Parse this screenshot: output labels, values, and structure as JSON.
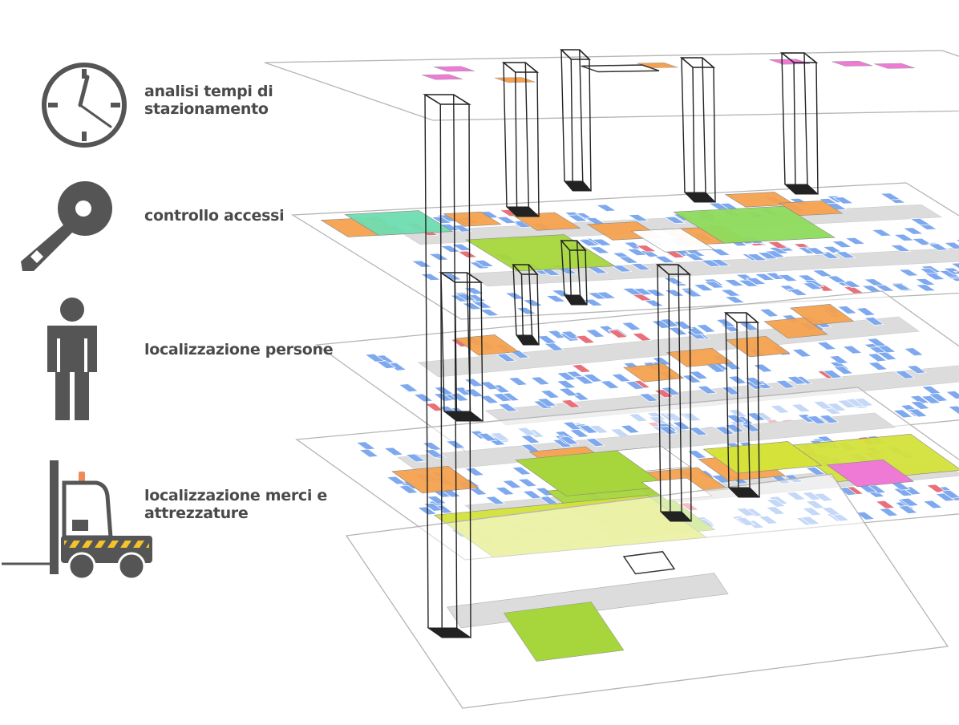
{
  "legend": {
    "items": [
      {
        "icon": "clock-icon",
        "label": "analisi tempi di\nstazionamento"
      },
      {
        "icon": "key-icon",
        "label": "controllo accessi"
      },
      {
        "icon": "person-icon",
        "label": "localizzazione persone"
      },
      {
        "icon": "forklift-icon",
        "label": "localizzazione merci e\nattrezzature"
      }
    ]
  },
  "colors": {
    "icon_gray": "#555555",
    "floor_outline": "#b5b5b5",
    "corridor": "#dcdcdc",
    "cell_blue": "#7fa9ee",
    "cell_red": "#e8707a",
    "orange": "#f5a14e",
    "yellow_green": "#d4e23a",
    "green": "#a6d63b",
    "light_green": "#8edb5c",
    "teal": "#6fdcb0",
    "pink": "#ee7ad6",
    "shaft": "#222222"
  }
}
